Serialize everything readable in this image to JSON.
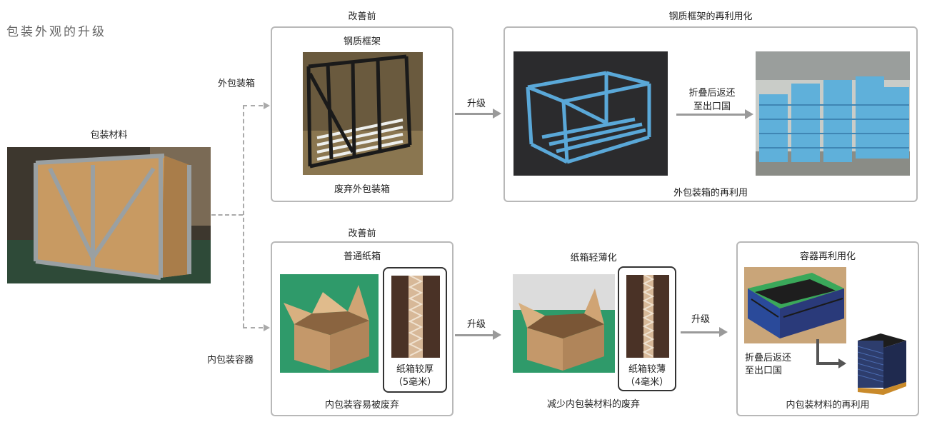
{
  "page_title": "包装外观的升级",
  "source": {
    "label": "包装材料"
  },
  "branches": {
    "outer": "外包装箱",
    "inner": "内包装容器"
  },
  "top_before": {
    "header": "改善前",
    "title": "钢质框架",
    "caption": "废弃外包装箱"
  },
  "top_after": {
    "header": "钢质框架的再利用化",
    "fold_text_1": "折叠后返还",
    "fold_text_2": "至出口国",
    "caption": "外包装箱的再利用"
  },
  "bottom_before": {
    "header": "改善前",
    "title": "普通纸箱",
    "callout_1": "纸箱较厚",
    "callout_2": "（5毫米）",
    "caption": "内包装容易被废弃"
  },
  "bottom_mid": {
    "title": "纸箱轻薄化",
    "callout_1": "纸箱较薄",
    "callout_2": "（4毫米）",
    "caption": "减少内包装材料的废弃"
  },
  "bottom_after": {
    "title": "容器再利用化",
    "fold_text_1": "折叠后返还",
    "fold_text_2": "至出口国",
    "caption": "内包装材料的再利用"
  },
  "arrows": {
    "upgrade": "升级"
  },
  "colors": {
    "border": "#b8b8b8",
    "arrow": "#9a9a9a",
    "frame_blue": "#5aa8d8",
    "crate_green": "#3aa85a"
  }
}
